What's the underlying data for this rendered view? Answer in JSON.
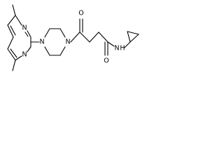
{
  "atoms": {
    "n_pyrimidine_top": "N",
    "n_pyrimidine_bottom": "N",
    "n_piperazine_left": "N",
    "n_piperazine_right": "N",
    "o_ketone": "O",
    "o_amide": "O",
    "n_amide": "N",
    "h_amide": "H"
  }
}
